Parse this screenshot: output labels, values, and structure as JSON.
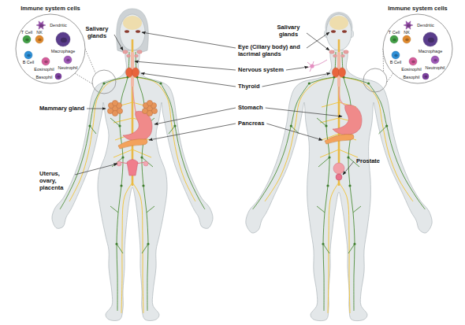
{
  "diagram": {
    "nodes": [
      {
        "text": [
          "Immune system cells",
          "Dendritic",
          "T Cell",
          "NK",
          "Macrophage",
          "Neutrophil",
          "B Cell",
          "Eosinophil",
          "Basophil"
        ]
      },
      {
        "text": [
          "Immune system cells",
          "Dendritic",
          "T Cell",
          "NK",
          "Macrophage",
          "Neutrophil",
          "B Cell",
          "Eosinophil",
          "Basophil"
        ]
      }
    ],
    "labels": [
      "Salivary glands",
      "Salivary glands",
      "Eye (Ciliary body) and lacrimal glands",
      "Nervous system",
      "Thyroid",
      "Mammary gland",
      "Stomach",
      "Pancreas",
      "Prostate",
      "Uterus, ovary, placenta"
    ]
  }
}
